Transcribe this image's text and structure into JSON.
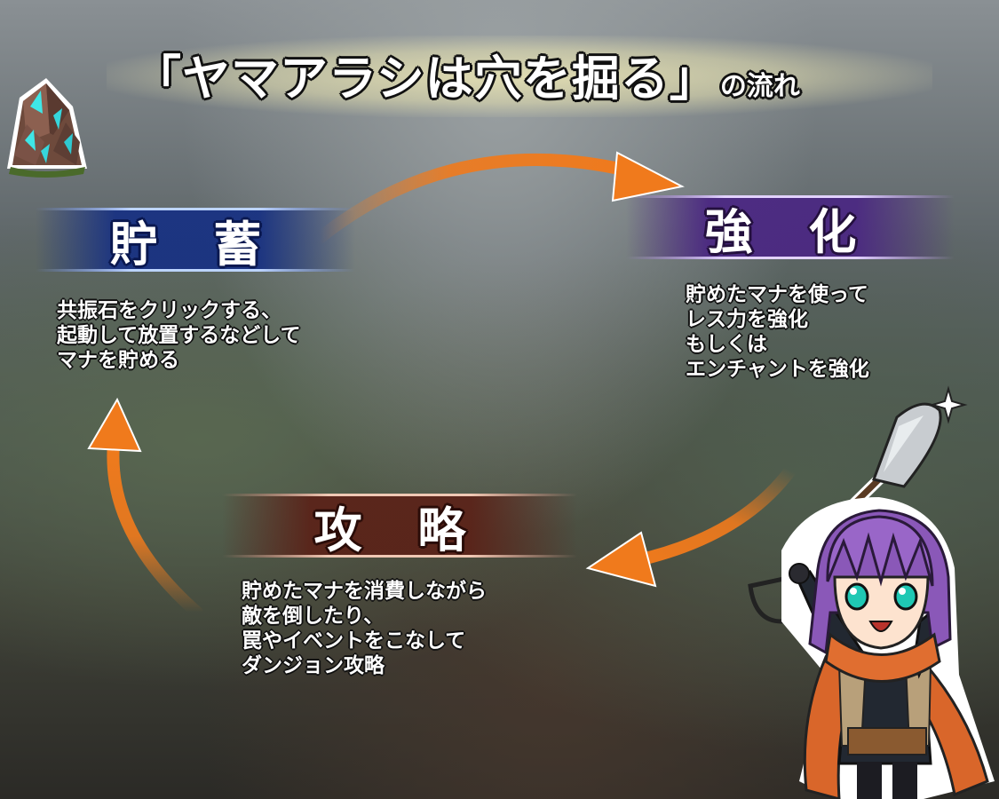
{
  "title": {
    "main": "「ヤマアラシは穴を掘る」",
    "suffix": "の流れ"
  },
  "stages": [
    {
      "label": "貯 蓄",
      "lines": [
        "共振石をクリックする、",
        "起動して放置するなどして",
        "マナを貯める"
      ],
      "color": "#1e3a8a"
    },
    {
      "label": "強 化",
      "lines": [
        "貯めたマナを使って",
        "レス力を強化",
        "もしくは",
        "エンチャントを強化"
      ],
      "color": "#4b2882"
    },
    {
      "label": "攻 略",
      "lines": [
        "貯めたマナを消費しながら",
        "敵を倒したり、",
        "罠やイベントをこなして",
        "ダンジョン攻略"
      ],
      "color": "#5a2319"
    }
  ],
  "arrow_color": "#f07a1c",
  "icons": [
    "crystal-rock-icon",
    "sparkle-icon",
    "shovel-icon",
    "character-mascot"
  ]
}
